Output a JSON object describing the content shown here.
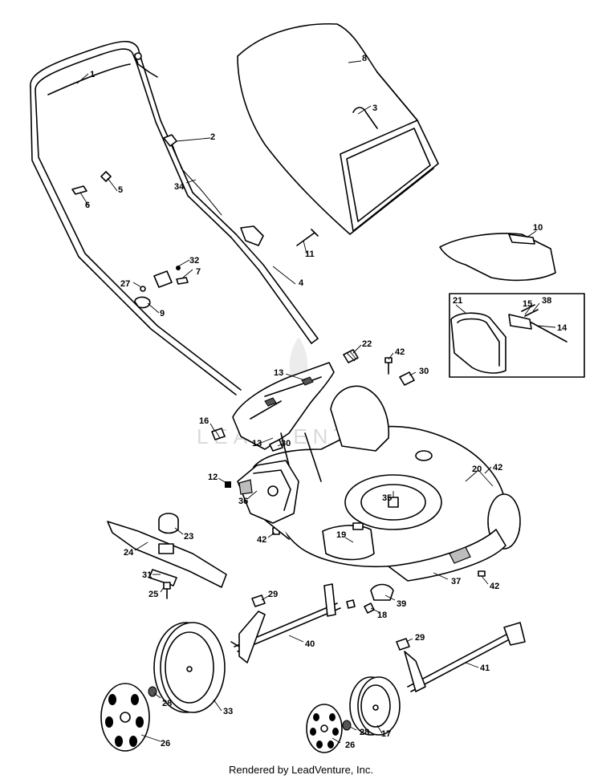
{
  "watermark": "LEADVENTURE",
  "footer": "Rendered by LeadVenture, Inc.",
  "callouts": {
    "p1": "1",
    "p2": "2",
    "p3": "3",
    "p4": "4",
    "p5": "5",
    "p6": "6",
    "p7": "7",
    "p8": "8",
    "p9": "9",
    "p10": "10",
    "p11": "11",
    "p12": "12",
    "p13a": "13",
    "p13b": "13",
    "p14": "14",
    "p15": "15",
    "p16": "16",
    "p17": "17",
    "p18": "18",
    "p19": "19",
    "p20": "20",
    "p21": "21",
    "p22": "22",
    "p23": "23",
    "p24": "24",
    "p25": "25",
    "p26a": "26",
    "p26b": "26",
    "p27": "27",
    "p28a": "28",
    "p28b": "28",
    "p29a": "29",
    "p29b": "29",
    "p30a": "30",
    "p30b": "30",
    "p31": "31",
    "p32": "32",
    "p33": "33",
    "p34": "34",
    "p35": "35",
    "p36": "36",
    "p37": "37",
    "p38": "38",
    "p39": "39",
    "p40": "40",
    "p41": "41",
    "p42a": "42",
    "p42b": "42",
    "p42c": "42",
    "p42d": "42"
  }
}
